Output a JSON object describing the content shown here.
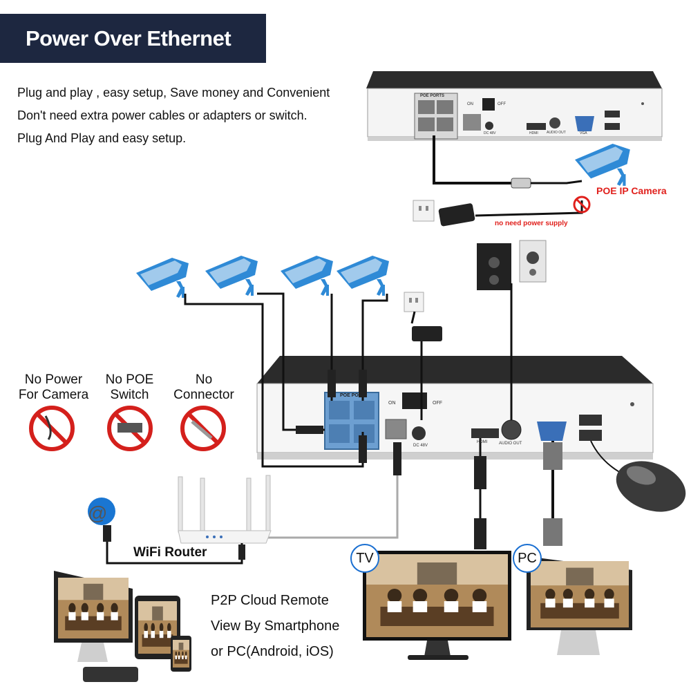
{
  "header": {
    "title": "Power Over Ethernet"
  },
  "intro": {
    "lines": [
      "Plug and play , easy setup, Save money and Convenient",
      "Don't need extra power cables or adapters or switch.",
      "Plug And Play and easy setup."
    ]
  },
  "top_nvr": {
    "poe_ports_label": "POE PORTS",
    "on_label": "ON",
    "off_label": "OFF",
    "dc_label": "DC 48V",
    "hdmi_label": "HDMI",
    "audio_label": "AUDIO OUT",
    "vga_label": "VGA",
    "camera_label": "POE IP Camera",
    "power_note": "no need power supply"
  },
  "no_icons": [
    {
      "label": "No Power\nFor Camera"
    },
    {
      "label": "No POE\nSwitch"
    },
    {
      "label": "No\nConnector"
    }
  ],
  "main_nvr": {
    "poe_label": "POE POR",
    "on_label": "ON",
    "off_label": "OFF",
    "dc_label": "DC 48V",
    "hdmi_label": "HDMI",
    "audio_label": "AUDIO OUT"
  },
  "router": {
    "label": "WiFi Router"
  },
  "displays": {
    "tv_label": "TV",
    "pc_label": "PC"
  },
  "p2p": {
    "lines": [
      "P2P Cloud Remote",
      "View By Smartphone",
      "or PC(Android, iOS)"
    ]
  },
  "colors": {
    "banner": "#1d2740",
    "camera_blue": "#2f8ad6",
    "poe_panel_blue": "#6d9fd1",
    "accent_red": "#e0201c",
    "display_blue": "#1a6fd1"
  }
}
